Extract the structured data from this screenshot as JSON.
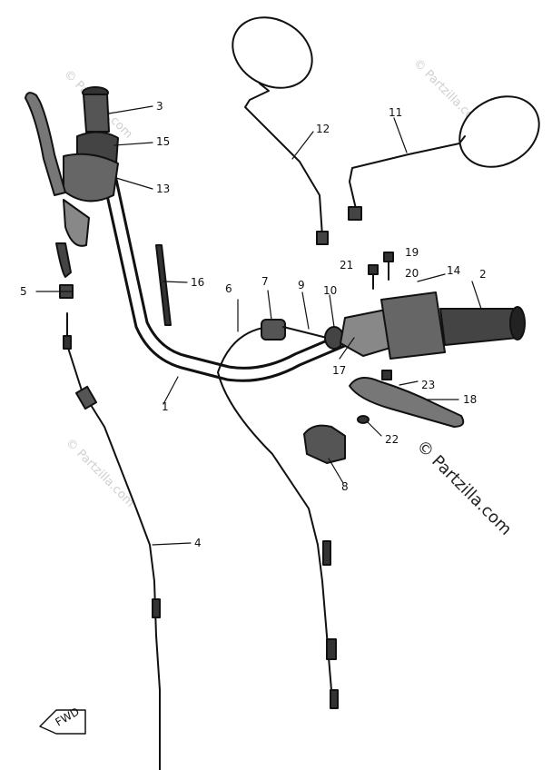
{
  "callouts": [
    "1",
    "2",
    "3",
    "4",
    "5",
    "6",
    "7",
    "8",
    "9",
    "10",
    "11",
    "12",
    "13",
    "14",
    "15",
    "16",
    "17",
    "18",
    "19",
    "20",
    "21",
    "22",
    "23"
  ],
  "watermark": "© Partzilla.com",
  "fwd_label": "FWD"
}
